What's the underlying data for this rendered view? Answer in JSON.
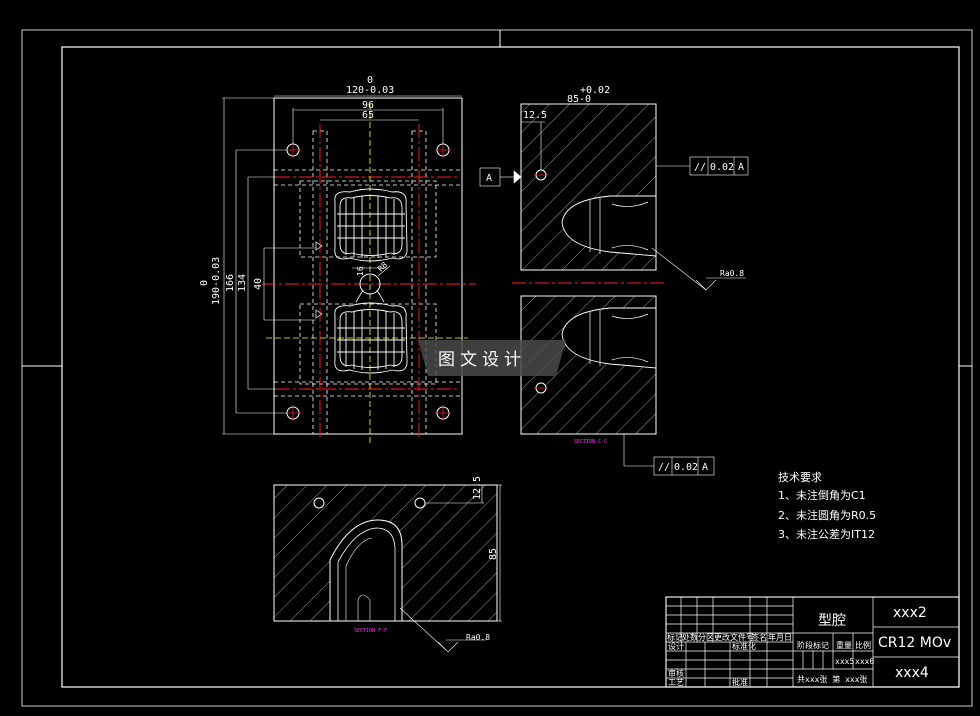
{
  "dimensions": {
    "top_width_tol": "0",
    "top_width": "120-0.03",
    "width_96": "96",
    "width_65": "65",
    "side_width_tol": "+0.02",
    "side_width": "85-0",
    "side_12_5": "12.5",
    "height_tol": "0",
    "height_190": "190-0.03",
    "height_166": "166",
    "height_134": "134",
    "height_40": "40",
    "dim_16": "16",
    "dim_r8": "R8",
    "bottom_12_5": "12.5",
    "bottom_85": "85"
  },
  "datum": {
    "label": "A",
    "tol1_symbol": "//",
    "tol1_value": "0.02",
    "tol1_ref": "A",
    "tol2_symbol": "//",
    "tol2_value": "0.02",
    "tol2_ref": "A"
  },
  "roughness": {
    "r1": "Ra0.8",
    "r2": "Ra0.8"
  },
  "sections": {
    "label1": "SECTION C-C",
    "label2": "SECTION F-F"
  },
  "tech_requirements": {
    "title": "技术要求",
    "items": [
      "1、未注倒角为C1",
      "2、未注圆角为R0.5",
      "3、未注公差为IT12"
    ]
  },
  "watermark": "图文设计",
  "title_block": {
    "part_name": "型腔",
    "code": "xxx2",
    "material": "CR12 MOv",
    "company": "xxx4",
    "headers": [
      "标记",
      "处数",
      "分区",
      "更改文件号",
      "签名",
      "年月日"
    ],
    "designer": "设计",
    "standard": "标准化",
    "check": "审核",
    "process": "工艺",
    "approve": "批准",
    "stage": "阶段标记",
    "weight": "重量",
    "scale": "比例",
    "weight_val": "xxx5",
    "scale_val": "xxx6",
    "sheets": "共xxx张 第 xxx张"
  },
  "colors": {
    "background": "#000000",
    "line": "#ffffff",
    "center_line": "#ff2020",
    "axis_line": "#ffff33",
    "section_label": "#ff33ff"
  }
}
